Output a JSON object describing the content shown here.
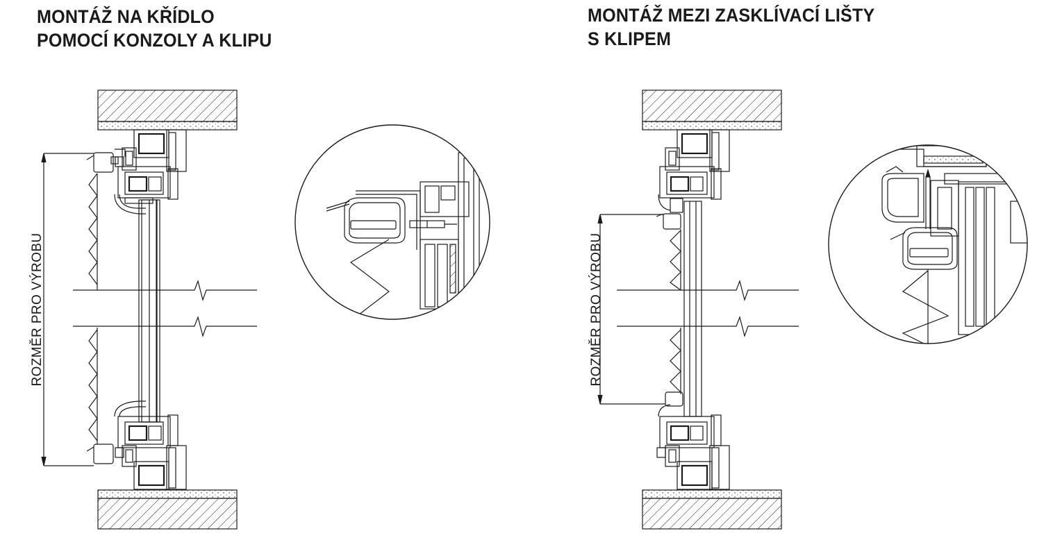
{
  "left_panel": {
    "title_line1": "MONTÁŽ NA KŘÍDLO",
    "title_line2": "POMOCÍ KONZOLY A KLIPU",
    "dimension_label": "ROZMĚR PRO VÝROBU"
  },
  "right_panel": {
    "title_line1": "MONTÁŽ MEZI ZASKLÍVACÍ LIŠTY",
    "title_line2": "S KLIPEM",
    "dimension_label": "ROZMĚR PRO VÝROBU"
  },
  "colors": {
    "line": "#1a1a1a",
    "background": "#ffffff"
  }
}
